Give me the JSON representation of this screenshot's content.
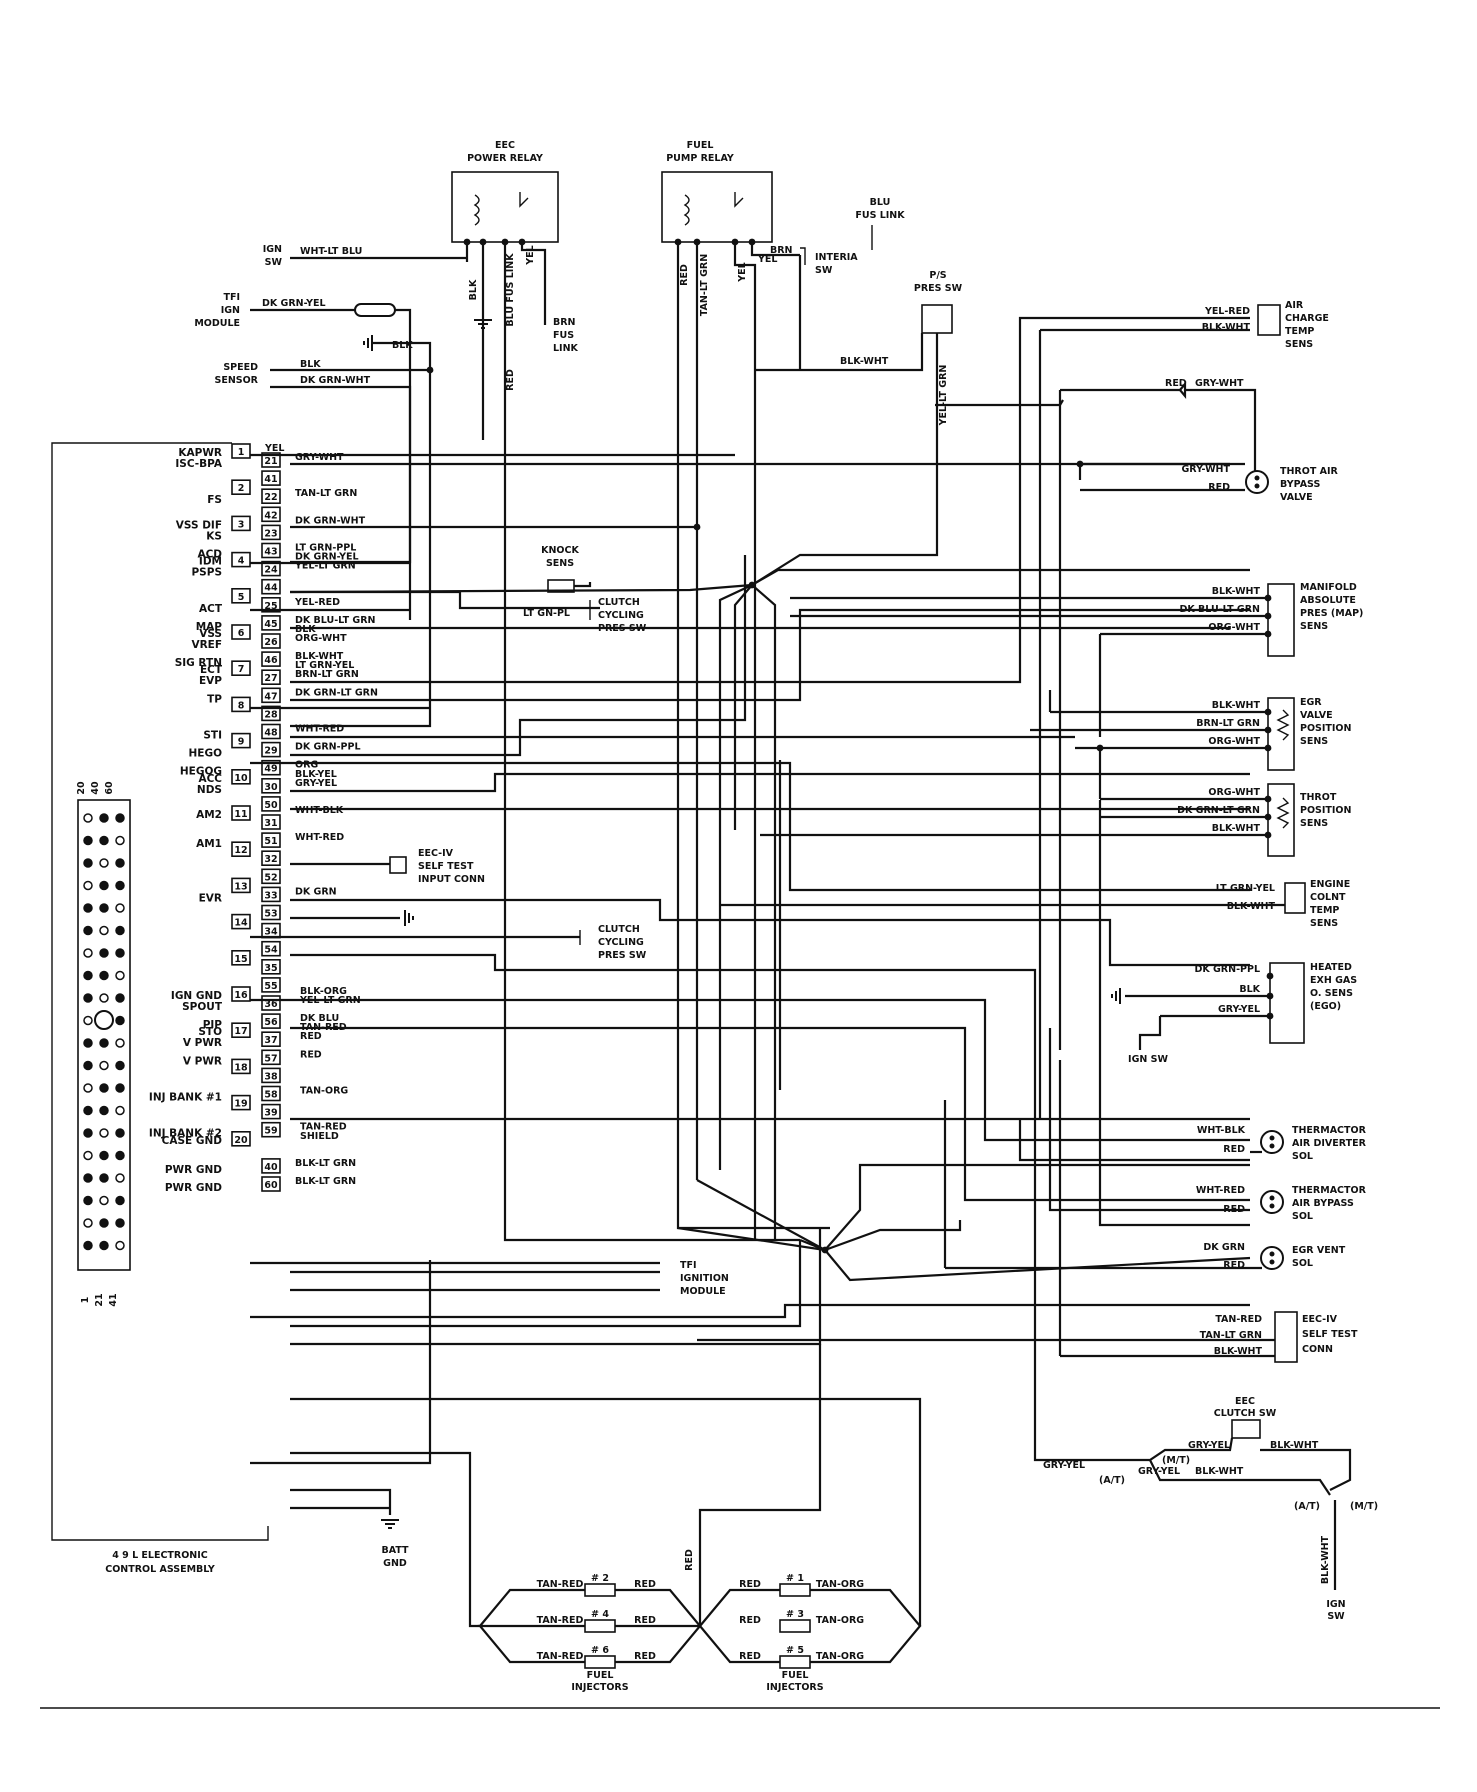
{
  "relays": {
    "eec_power": [
      "EEC",
      "POWER  RELAY"
    ],
    "fuel_pump": [
      "FUEL",
      "PUMP RELAY"
    ]
  },
  "ecu": {
    "title": [
      "4  9 L ELECTRONIC",
      "CONTROL ASSEMBLY"
    ],
    "connector_numbers": {
      "top": [
        "20",
        "40",
        "60"
      ],
      "bottom": [
        "1",
        "21",
        "41"
      ]
    },
    "pins": [
      {
        "left": "1",
        "right": "21",
        "sig_left": "KAPWR",
        "sig_right": "ISC-BPA",
        "wire_left": "YEL",
        "wire_right": "GRY-WHT"
      },
      {
        "left": "",
        "right": "41",
        "sig_left": "",
        "sig_right": "",
        "wire_left": "",
        "wire_right": ""
      },
      {
        "left": "2",
        "right": "22",
        "sig_left": "",
        "sig_right": "FS",
        "wire_left": "",
        "wire_right": "TAN-LT GRN"
      },
      {
        "left": "",
        "right": "42",
        "sig_left": "",
        "sig_right": "",
        "wire_left": "",
        "wire_right": ""
      },
      {
        "left": "3",
        "right": "23",
        "sig_left": "VSS DIF",
        "sig_right": "KS",
        "wire_left": "DK GRN-WHT",
        "wire_right": ""
      },
      {
        "left": "",
        "right": "43",
        "sig_left": "",
        "sig_right": "ACD",
        "wire_left": "",
        "wire_right": "LT GRN-PPL"
      },
      {
        "left": "4",
        "right": "24",
        "sig_left": "IDM",
        "sig_right": "PSPS",
        "wire_left": "DK GRN-YEL",
        "wire_right": "YEL-LT GRN"
      },
      {
        "left": "",
        "right": "44",
        "sig_left": "",
        "sig_right": "",
        "wire_left": "",
        "wire_right": ""
      },
      {
        "left": "5",
        "right": "25",
        "sig_left": "",
        "sig_right": "ACT",
        "wire_left": "",
        "wire_right": "YEL-RED"
      },
      {
        "left": "",
        "right": "45",
        "sig_left": "",
        "sig_right": "MAP",
        "wire_left": "",
        "wire_right": "DK BLU-LT GRN"
      },
      {
        "left": "6",
        "right": "26",
        "sig_left": "VSS",
        "sig_right": "VREF",
        "wire_left": "BLK",
        "wire_right": "ORG-WHT"
      },
      {
        "left": "",
        "right": "46",
        "sig_left": "",
        "sig_right": "SIG RTN",
        "wire_left": "",
        "wire_right": "BLK-WHT"
      },
      {
        "left": "7",
        "right": "27",
        "sig_left": "ECT",
        "sig_right": "EVP",
        "wire_left": "LT GRN-YEL",
        "wire_right": "BRN-LT GRN"
      },
      {
        "left": "",
        "right": "47",
        "sig_left": "",
        "sig_right": "TP",
        "wire_left": "",
        "wire_right": "DK GRN-LT GRN"
      },
      {
        "left": "8",
        "right": "28",
        "sig_left": "",
        "sig_right": "",
        "wire_left": "",
        "wire_right": ""
      },
      {
        "left": "",
        "right": "48",
        "sig_left": "",
        "sig_right": "STI",
        "wire_left": "",
        "wire_right": "WHT-RED"
      },
      {
        "left": "9",
        "right": "29",
        "sig_left": "",
        "sig_right": "HEGO",
        "wire_left": "",
        "wire_right": "DK GRN-PPL"
      },
      {
        "left": "",
        "right": "49",
        "sig_left": "",
        "sig_right": "HEGOG",
        "wire_left": "",
        "wire_right": "ORG"
      },
      {
        "left": "10",
        "right": "30",
        "sig_left": "ACC",
        "sig_right": "NDS",
        "wire_left": "BLK-YEL",
        "wire_right": "GRY-YEL"
      },
      {
        "left": "",
        "right": "50",
        "sig_left": "",
        "sig_right": "",
        "wire_left": "",
        "wire_right": ""
      },
      {
        "left": "11",
        "right": "31",
        "sig_left": "AM2",
        "sig_right": "",
        "wire_left": "WHT-BLK",
        "wire_right": ""
      },
      {
        "left": "",
        "right": "51",
        "sig_left": "",
        "sig_right": "AM1",
        "wire_left": "",
        "wire_right": "WHT-RED"
      },
      {
        "left": "12",
        "right": "32",
        "sig_left": "",
        "sig_right": "",
        "wire_left": "",
        "wire_right": ""
      },
      {
        "left": "",
        "right": "52",
        "sig_left": "",
        "sig_right": "",
        "wire_left": "",
        "wire_right": ""
      },
      {
        "left": "13",
        "right": "33",
        "sig_left": "",
        "sig_right": "EVR",
        "wire_left": "",
        "wire_right": "DK GRN"
      },
      {
        "left": "",
        "right": "53",
        "sig_left": "",
        "sig_right": "",
        "wire_left": "",
        "wire_right": ""
      },
      {
        "left": "14",
        "right": "34",
        "sig_left": "",
        "sig_right": "",
        "wire_left": "",
        "wire_right": ""
      },
      {
        "left": "",
        "right": "54",
        "sig_left": "",
        "sig_right": "",
        "wire_left": "",
        "wire_right": ""
      },
      {
        "left": "15",
        "right": "35",
        "sig_left": "",
        "sig_right": "",
        "wire_left": "",
        "wire_right": ""
      },
      {
        "left": "",
        "right": "55",
        "sig_left": "",
        "sig_right": "",
        "wire_left": "",
        "wire_right": ""
      },
      {
        "left": "16",
        "right": "36",
        "sig_left": "IGN GND",
        "sig_right": "SPOUT",
        "wire_left": "BLK-ORG",
        "wire_right": "YEL-LT GRN"
      },
      {
        "left": "",
        "right": "56",
        "sig_left": "",
        "sig_right": "PIP",
        "wire_left": "",
        "wire_right": "DK BLU"
      },
      {
        "left": "17",
        "right": "37",
        "sig_left": "STO",
        "sig_right": "V PWR",
        "wire_left": "TAN-RED",
        "wire_right": "RED"
      },
      {
        "left": "",
        "right": "57",
        "sig_left": "",
        "sig_right": "V PWR",
        "wire_left": "",
        "wire_right": "RED"
      },
      {
        "left": "18",
        "right": "38",
        "sig_left": "",
        "sig_right": "",
        "wire_left": "",
        "wire_right": ""
      },
      {
        "left": "",
        "right": "58",
        "sig_left": "",
        "sig_right": "INJ BANK #1",
        "wire_left": "",
        "wire_right": "TAN-ORG"
      },
      {
        "left": "19",
        "right": "39",
        "sig_left": "",
        "sig_right": "",
        "wire_left": "",
        "wire_right": ""
      },
      {
        "left": "",
        "right": "59",
        "sig_left": "",
        "sig_right": "INJ BANK #2",
        "wire_left": "",
        "wire_right": "TAN-RED"
      },
      {
        "left": "20",
        "right": "",
        "sig_left": "CASE GND",
        "sig_right": "",
        "wire_left": "SHIELD",
        "wire_right": ""
      },
      {
        "left": "",
        "right": "40",
        "sig_left": "",
        "sig_right": "PWR GND",
        "wire_left": "",
        "wire_right": "BLK-LT GRN"
      },
      {
        "left": "",
        "right": "60",
        "sig_left": "",
        "sig_right": "PWR GND",
        "wire_left": "",
        "wire_right": "BLK-LT GRN"
      }
    ]
  },
  "top_left": {
    "ign_sw": [
      "IGN",
      "SW"
    ],
    "ign_sw_wire": "WHT-LT BLU",
    "tfi": [
      "TFI",
      "IGN",
      "MODULE"
    ],
    "tfi_wire": "DK GRN-YEL",
    "speed": [
      "SPEED",
      "SENSOR"
    ],
    "speed_wire1": "BLK",
    "speed_wire2": "DK GRN-WHT",
    "gnd_wire": "BLK",
    "blk": "BLK",
    "blu_fus": "BLU FUS LINK",
    "yel": "YEL",
    "red": "RED",
    "brn_fus": [
      "BRN",
      "FUS",
      "LINK"
    ]
  },
  "top_right": {
    "red": "RED",
    "tan_ltgrn": "TAN-LT GRN",
    "yel": "YEL",
    "yel2": "YEL",
    "brn": "BRN",
    "interia": [
      "INTERIA",
      "SW"
    ],
    "blu_fus": [
      "BLU",
      "FUS LINK"
    ],
    "ps": [
      "P/S",
      "PRES SW"
    ],
    "blk_wht": "BLK-WHT",
    "yel_ltgrn": "YEL-LT GRN"
  },
  "middle": {
    "knock": [
      "KNOCK",
      "SENS"
    ],
    "clutch1": [
      "CLUTCH",
      "CYCLING",
      "PRES SW"
    ],
    "clutch1_wire": "LT GN-PL",
    "clutch2": [
      "CLUTCH",
      "CYCLING",
      "PRES SW"
    ],
    "self_test": [
      "EEC-IV",
      "SELF TEST",
      "INPUT CONN"
    ],
    "tfi2": [
      "TFI",
      "IGNITION",
      "MODULE"
    ],
    "batt": [
      "BATT",
      "GND"
    ]
  },
  "right": {
    "act": {
      "label": [
        "AIR",
        "CHARGE",
        "TEMP",
        "SENS"
      ],
      "wires": [
        "YEL-RED",
        "BLK-WHT"
      ]
    },
    "red_gry": {
      "w1": "RED",
      "w2": "GRY-WHT"
    },
    "isc": {
      "label": [
        "THROT AIR",
        "BYPASS",
        "VALVE"
      ],
      "wires": [
        "GRY-WHT",
        "RED"
      ]
    },
    "map": {
      "label": [
        "MANIFOLD",
        "ABSOLUTE",
        "PRES (MAP)",
        "SENS"
      ],
      "wires": [
        "BLK-WHT",
        "DK BLU-LT GRN",
        "ORG-WHT"
      ]
    },
    "egr": {
      "label": [
        "EGR",
        "VALVE",
        "POSITION",
        "SENS"
      ],
      "wires": [
        "BLK-WHT",
        "BRN-LT GRN",
        "ORG-WHT"
      ]
    },
    "tp": {
      "label": [
        "THROT",
        "POSITION",
        "SENS"
      ],
      "wires": [
        "ORG-WHT",
        "DK GRN-LT GRN",
        "BLK-WHT"
      ]
    },
    "ect": {
      "label": [
        "ENGINE",
        "COLNT",
        "TEMP",
        "SENS"
      ],
      "wires": [
        "LT GRN-YEL",
        "BLK-WHT"
      ]
    },
    "ego": {
      "label": [
        "HEATED",
        "EXH GAS",
        "O. SENS",
        "(EGO)"
      ],
      "wires": [
        "DK GRN-PPL",
        "BLK",
        "GRY-YEL"
      ],
      "ign": "IGN SW"
    },
    "tad": {
      "label": [
        "THERMACTOR",
        "AIR DIVERTER",
        "SOL"
      ],
      "wires": [
        "WHT-BLK",
        "RED"
      ]
    },
    "tab": {
      "label": [
        "THERMACTOR",
        "AIR  BYPASS",
        "SOL"
      ],
      "wires": [
        "WHT-RED",
        "RED"
      ]
    },
    "egrvent": {
      "label": [
        "EGR  VENT",
        "SOL"
      ],
      "wires": [
        "DK GRN",
        "RED"
      ]
    },
    "selftest": {
      "label": [
        "EEC-IV",
        "SELF TEST",
        "CONN"
      ],
      "wires": [
        "TAN-RED",
        "TAN-LT GRN",
        "BLK-WHT"
      ]
    },
    "clutchsw": {
      "label": [
        "EEC",
        "CLUTCH SW"
      ],
      "gry_yel": "GRY-YEL",
      "gry_yel2": "GRY-YEL",
      "gry_yel3": "GRY-YEL",
      "blk_wht": "BLK-WHT",
      "blk_wht2": "BLK-WHT",
      "blk_wht3": "BLK-WHT",
      "mt": "(M/T)",
      "at": "(A/T)",
      "at2": "(A/T)",
      "mt2": "(M/T)",
      "ign": [
        "IGN",
        "SW"
      ]
    }
  },
  "injectors": {
    "left_bank": [
      {
        "num": "# 2",
        "l": "TAN-RED",
        "r": "RED"
      },
      {
        "num": "# 4",
        "l": "TAN-RED",
        "r": "RED"
      },
      {
        "num": "# 6",
        "l": "TAN-RED",
        "r": "RED"
      }
    ],
    "right_bank": [
      {
        "num": "# 1",
        "l": "RED",
        "r": "TAN-ORG"
      },
      {
        "num": "# 3",
        "l": "RED",
        "r": "TAN-ORG"
      },
      {
        "num": "# 5",
        "l": "RED",
        "r": "TAN-ORG"
      }
    ],
    "label": [
      "FUEL",
      "INJECTORS"
    ],
    "red_vertical": "RED"
  }
}
